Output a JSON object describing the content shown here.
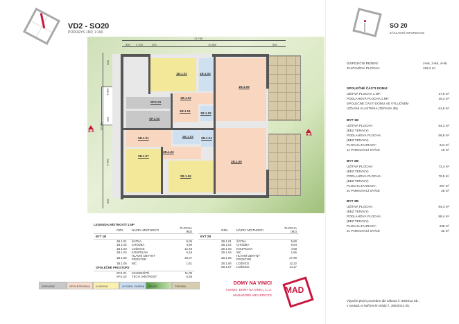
{
  "header": {
    "title": "VD2 - SO20",
    "subtitle": "PŮDORYS 1NP, 1:100"
  },
  "plan": {
    "dimensions": {
      "total_width": "13 750",
      "segment_1": "500",
      "segment_2": "2 100",
      "segment_3": "200",
      "segment_4": "10 650",
      "segment_5": "500",
      "total_height": "13 250",
      "side_1": "500",
      "side_2": "6 000",
      "side_3": "250",
      "side_4": "6 000",
      "side_5": "500"
    },
    "section_marker": "A-A",
    "rooms": [
      {
        "id": "1B.1.03",
        "color": "#f3e89a"
      },
      {
        "id": "1B.1.04",
        "color": "#cfe0f0"
      },
      {
        "id": "1B.1.05",
        "color": "#f8d6c0"
      },
      {
        "id": "1B.1.02",
        "color": "#f8d6c0"
      },
      {
        "id": "1B.1.01",
        "color": "#f8d6c0"
      },
      {
        "id": "1B.1.06",
        "color": "#cfe0f0"
      },
      {
        "id": "SP.1.01",
        "color": "#c8c8c8"
      },
      {
        "id": "SP.1.02",
        "color": "#c8c8c8"
      },
      {
        "id": "2B.1.01",
        "color": "#f8d6c0"
      },
      {
        "id": "2B.1.02",
        "color": "#f8d6c0"
      },
      {
        "id": "2B.1.03",
        "color": "#cfe0f0"
      },
      {
        "id": "2B.1.04",
        "color": "#cfe0f0"
      },
      {
        "id": "2B.1.05",
        "color": "#f8d6c0"
      },
      {
        "id": "2B.1.06",
        "color": "#f3e89a"
      },
      {
        "id": "2B.1.07",
        "color": "#f3e89a"
      }
    ]
  },
  "legend": {
    "title": "LEGENDA MÍSTNOSTÍ 1.NP",
    "columns": [
      "OZN.",
      "NÁZEV MÍSTNOSTI",
      "PLOCHA (M2)"
    ],
    "left": {
      "groups": [
        {
          "name": "BYT 1B",
          "rows": [
            {
              "code": "1B.1.01",
              "name": "ŠATNA",
              "area": "5,05"
            },
            {
              "code": "1B.1.02",
              "name": "CHODBA",
              "area": "3,80"
            },
            {
              "code": "1B.1.03",
              "name": "LOŽNICE",
              "area": "12,49"
            },
            {
              "code": "1B.1.04",
              "name": "KOUPELNA",
              "area": "5,18"
            },
            {
              "code": "1B.1.05",
              "name": "HLAVNÍ OBYTNÝ PROSTOR",
              "area": "26,07"
            },
            {
              "code": "1B.1.06",
              "name": "WC",
              "area": "1,61"
            }
          ]
        },
        {
          "name": "SPOLEČNÉ PROSTORY",
          "rows": [
            {
              "code": "SP.1.01",
              "name": "SCHODIŠTĚ",
              "area": "11,09"
            },
            {
              "code": "SP.1.02",
              "name": "TECH. MÍSTNOST",
              "area": "6,48"
            }
          ]
        }
      ]
    },
    "right": {
      "groups": [
        {
          "name": "BYT 2B",
          "rows": [
            {
              "code": "2B.1.01",
              "name": "ŠATNA",
              "area": "5,80"
            },
            {
              "code": "2B.1.02",
              "name": "CHODBA",
              "area": "6,84"
            },
            {
              "code": "2B.1.03",
              "name": "KOUPELNA",
              "area": "4,58"
            },
            {
              "code": "2B.1.04",
              "name": "WC",
              "area": "1,66"
            },
            {
              "code": "2B.1.05",
              "name": "HLAVNÍ OBYTNÝ PROSTOR",
              "area": "27,90"
            },
            {
              "code": "2B.1.06",
              "name": "LOŽNICE",
              "area": "12,22"
            },
            {
              "code": "2B.1.07",
              "name": "LOŽNICE",
              "area": "14,17"
            }
          ]
        }
      ]
    }
  },
  "color_legend": [
    {
      "label": "SERVISNÍ",
      "color": "#c8c8c8",
      "width": 40
    },
    {
      "label": "SPOLEČENSKÁ",
      "color": "#f8dccb",
      "width": 38
    },
    {
      "label": "KLIDOVÁ",
      "color": "#faf0b0",
      "width": 38
    },
    {
      "label": "HYGIEN. ZÁZEMÍ",
      "color": "#c8dcf0",
      "width": 38
    },
    {
      "label": "ZELEŇ",
      "color": "#5aa048",
      "width": 38
    },
    {
      "label": "TERASA",
      "color": "#d8cdb0",
      "width": 40
    }
  ],
  "brand": {
    "name": "DOMY NA VINICI",
    "investor": "investor: DOMY NA VINICI, s.r.o.",
    "architect": "MADADORS ARCHITECTS",
    "logo_text": "MAD",
    "accent_color": "#c8173f"
  },
  "info": {
    "title": "SO 20",
    "subtitle": "ZÁKLADNÍ INFORMACE",
    "basic": [
      {
        "label": "DISPOZIČNÍ ŘEŠENÍ :",
        "value": "2+kk, 3+kk, 4+kk"
      },
      {
        "label": "ZASTAVĚNÁ PLOCHA:",
        "value": "182,2 m²"
      }
    ],
    "common": {
      "heading": "SPOLEČNÉ ČÁSTI DOMU:",
      "rows": [
        {
          "label": "UŽITNÁ PLOCHA 1.NP:",
          "value": "17,6 m²"
        },
        {
          "label": "PODLAHOVÁ PLOCHA 1.NP:",
          "value": "18,2 m²"
        }
      ],
      "exclusive_line1": "SPOLEČNÉ ČÁSTI DOMU VE VÝLUČNÉM",
      "exclusive_label": "UŽÍVÁNÍ VLASTNÍKA (TERASA 3B)",
      "exclusive_value": "61,6 m²"
    },
    "units": [
      {
        "heading": "BYT 1B",
        "usable_label": "UŽITNÁ PLOCHA:",
        "usable_value": "54,2 m²",
        "no_terrace_1": "(BEZ TERASY)",
        "floor_label": "PODLAHOVÁ PLOCHA:",
        "floor_value": "56,8 m²",
        "no_terrace_2": "(BEZ TERASY)",
        "garden_label": "PLOCHA ZAHRADY:",
        "garden_value": "244 m²",
        "parking_label": "1x PARKOVACÍ STÁNÍ:",
        "parking_value": "16 m²"
      },
      {
        "heading": "BYT 2B",
        "usable_label": "UŽITNÁ PLOCHA:",
        "usable_value": "72,4 m²",
        "no_terrace_1": "(BEZ TERASY)",
        "floor_label": "PODLAHOVÁ PLOCHA:",
        "floor_value": "76,5 m²",
        "no_terrace_2": "(BEZ TERASY)",
        "garden_label": "PLOCHA ZAHRADY:",
        "garden_value": "297 m²",
        "parking_label": "2x PARKOVACÍ STÁNÍ:",
        "parking_value": "28 m²"
      },
      {
        "heading": "BYT 3B",
        "usable_label": "UŽITNÁ PLOCHA:",
        "usable_value": "84,3 m²",
        "no_terrace_1": "(BEZ TERASY)",
        "floor_label": "PODLAHOVÁ PLOCHA:",
        "floor_value": "88,4 m²",
        "no_terrace_2": "(BEZ TERASY)",
        "garden_label": "PLOCHA ZAHRADY:",
        "garden_value": "238 m²",
        "parking_label": "2x PARKOVACÍ STÁNÍ:",
        "parking_value": "32 m²"
      }
    ],
    "note_line1": "Výpočet ploch proveden dle zákona č. 89/2012 Sb.,",
    "note_line2": "v souladu s Nařízením vlády č. 366/2013 Sb."
  }
}
